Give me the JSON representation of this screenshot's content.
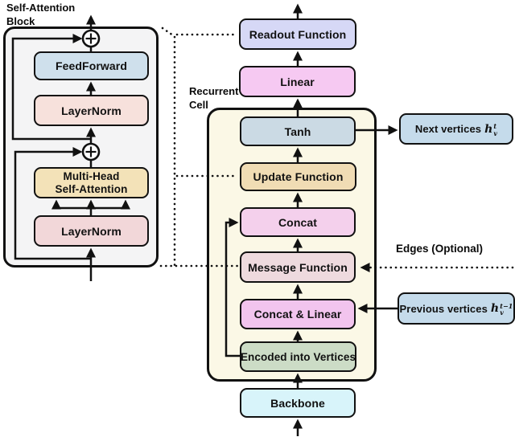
{
  "colors": {
    "background": "#ffffff",
    "line": "#111111",
    "sa_container": "#f4f4f5",
    "rc_container": "#fbf8e6",
    "feedforward": "#cfe0ec",
    "layernorm_top": "#f7e1dc",
    "mhsa": "#f3e2b8",
    "layernorm_bottom": "#f2d7d9",
    "readout": "#d6d8f6",
    "linear": "#f6c9f2",
    "tanh": "#cbdae4",
    "update": "#f0dcb4",
    "concat": "#f4d0ec",
    "message": "#eedade",
    "concat_linear": "#f2c4ee",
    "encoded": "#ccdcc6",
    "backbone": "#d8f4fa",
    "vertices_box": "#c5dbeb"
  },
  "sa_block": {
    "title": "Self-Attention\nBlock",
    "feedforward": "FeedForward",
    "layernorm_top": "LayerNorm",
    "mhsa": "Multi-Head\nSelf-Attention",
    "layernorm_bottom": "LayerNorm"
  },
  "pipeline": {
    "readout": "Readout Function",
    "linear": "Linear",
    "backbone": "Backbone"
  },
  "recurrent_cell": {
    "title": "Recurrent\nCell",
    "tanh": "Tanh",
    "update": "Update Function",
    "concat": "Concat",
    "message": "Message Function",
    "concat_linear": "Concat & Linear",
    "encoded": "Encoded into Vertices"
  },
  "annotations": {
    "edges": "Edges (Optional)",
    "next_vertices": {
      "label": "Next vertices",
      "var": "h",
      "sup": "t",
      "sub": "v"
    },
    "previous_vertices": {
      "label": "Previous vertices",
      "var": "h",
      "sup": "t−1",
      "sub": "v"
    }
  }
}
